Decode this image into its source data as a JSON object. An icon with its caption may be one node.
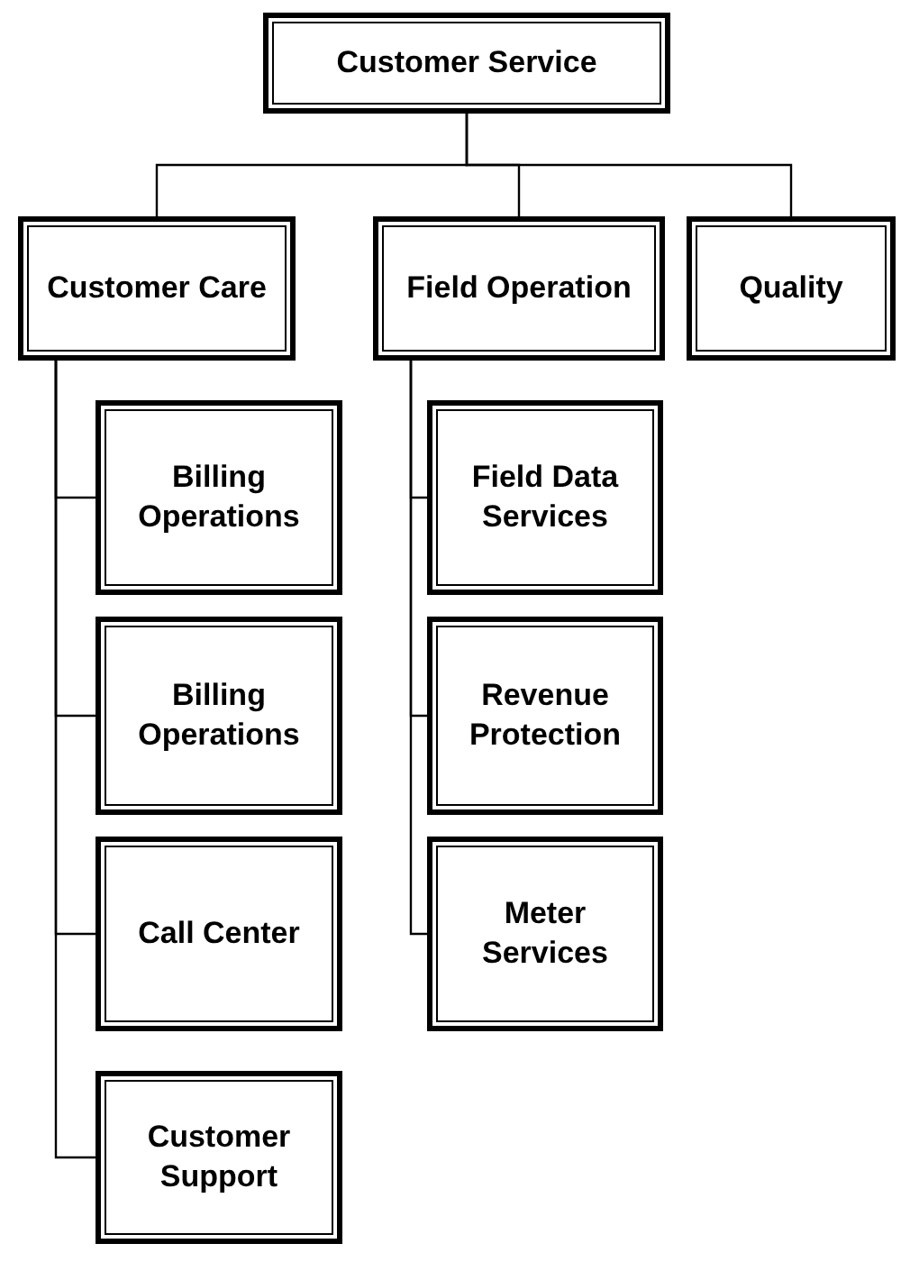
{
  "diagram": {
    "nodes": [
      {
        "text": [
          "Customer Service"
        ]
      },
      {
        "text": [
          "Customer Care"
        ]
      },
      {
        "text": [
          "Field Operation"
        ]
      },
      {
        "text": [
          "Quality"
        ]
      },
      {
        "text": [
          "Billing Operations"
        ]
      },
      {
        "text": [
          "Billing Operations"
        ]
      },
      {
        "text": [
          "Call Center"
        ]
      },
      {
        "text": [
          "Customer Support"
        ]
      },
      {
        "text": [
          "Field Data Services"
        ]
      },
      {
        "text": [
          "Revenue Protection"
        ]
      },
      {
        "text": [
          "Meter Services"
        ]
      }
    ],
    "edges": [
      {
        "from": 0,
        "to": 1,
        "arrow": "none"
      },
      {
        "from": 0,
        "to": 2,
        "arrow": "none"
      },
      {
        "from": 0,
        "to": 3,
        "arrow": "none"
      },
      {
        "from": 1,
        "to": 4,
        "arrow": "none"
      },
      {
        "from": 1,
        "to": 5,
        "arrow": "none"
      },
      {
        "from": 1,
        "to": 6,
        "arrow": "none"
      },
      {
        "from": 1,
        "to": 7,
        "arrow": "none"
      },
      {
        "from": 2,
        "to": 8,
        "arrow": "none"
      },
      {
        "from": 2,
        "to": 9,
        "arrow": "none"
      },
      {
        "from": 2,
        "to": 10,
        "arrow": "none"
      }
    ]
  }
}
